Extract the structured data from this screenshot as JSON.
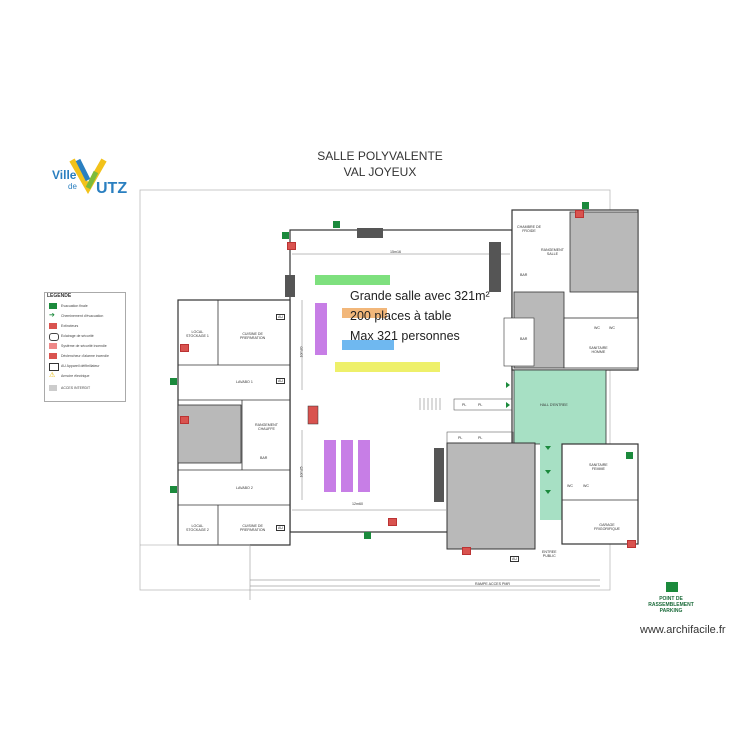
{
  "header": {
    "title_line1": "SALLE POLYVALENTE",
    "title_line2": "VAL JOYEUX"
  },
  "logo": {
    "ville": "Ville",
    "de": "de",
    "utz": "UTZ"
  },
  "legend": {
    "title": "LEGENDE",
    "items": [
      {
        "icon": "exit-sign-icon",
        "label": "Evacuation finale"
      },
      {
        "icon": "arrow-icon",
        "label": "Cheminement d'évacuation"
      },
      {
        "icon": "extinguisher-icon",
        "label": "Extincteurs"
      },
      {
        "icon": "emergency-light-icon",
        "label": "Eclairage de sécurité"
      },
      {
        "icon": "alarm-button-icon",
        "label": "Système de sécurité incendie"
      },
      {
        "icon": "fire-alarm-icon",
        "label": "Déclencheur d'alarme incendie"
      },
      {
        "icon": "aed-icon",
        "label": "AU Appareil défibrillateur"
      },
      {
        "icon": "warning-icon",
        "label": "Armoire électrique"
      },
      {
        "icon": "no-entry-icon",
        "label": "ACCES INTERDIT"
      }
    ]
  },
  "plan": {
    "main_hall_line1": "Grande salle avec 321m²",
    "main_hall_line2": "200 places à table",
    "main_hall_line3": "Max 321 personnes",
    "dim_top": "15m16",
    "dim_bottom": "12m60",
    "dim_left_top": "10m20",
    "dim_left_bottom": "10m25",
    "rooms": {
      "local_stockage_1": "LOCAL\nSTOCKAGE 1",
      "cuisine_prep_top": "CUISINE DE\nPREPARATION",
      "lavabo_1": "LAVABO 1",
      "rangement_chauffe": "RANGEMENT\nCHAUFFE",
      "bar_left": "BAR",
      "lavabo_2": "LAVABO 2",
      "local_stockage_2": "LOCAL\nSTOCKAGE 2",
      "cuisine_prep_bottom": "CUISINE DE\nPREPARATION",
      "chambre_froide": "CHAMBRE DE\nFROIDE",
      "rangement_salle": "RANGEMENT\nSALLE",
      "bar_right": "BAR",
      "bar_center": "BAR",
      "sanitaires_homme": "SANITAIRE\nHOMME",
      "hall_entree": "HALL D'ENTREE",
      "sanitaires_femme": "SANITAIRE\nFEMME",
      "garage_frigo": "GARAGE\nFRIGORIFIQUE",
      "entree_public": "ENTREE\nPUBLIC",
      "rampe": "RAMPE ACCES PMR",
      "wc1": "WC",
      "wc2": "WC",
      "wc3": "WC",
      "wc4": "WC",
      "pl": "PL",
      "au": "AU"
    },
    "rally_line1": "POINT DE",
    "rally_line2": "RASSEMBLEMENT",
    "rally_line3": "PARKING"
  },
  "watermark": "www.archifacile.fr",
  "colors": {
    "hall_green": "#a7e0c4",
    "grey_room": "#b9b9b9",
    "table_green": "#7ee07e",
    "table_orange": "#f2b77a",
    "table_blue": "#6fb8f0",
    "table_yellow": "#eef06a",
    "table_purple": "#c77ee6",
    "exit_green": "#1b8a3c",
    "alarm_red": "#d9534f"
  }
}
